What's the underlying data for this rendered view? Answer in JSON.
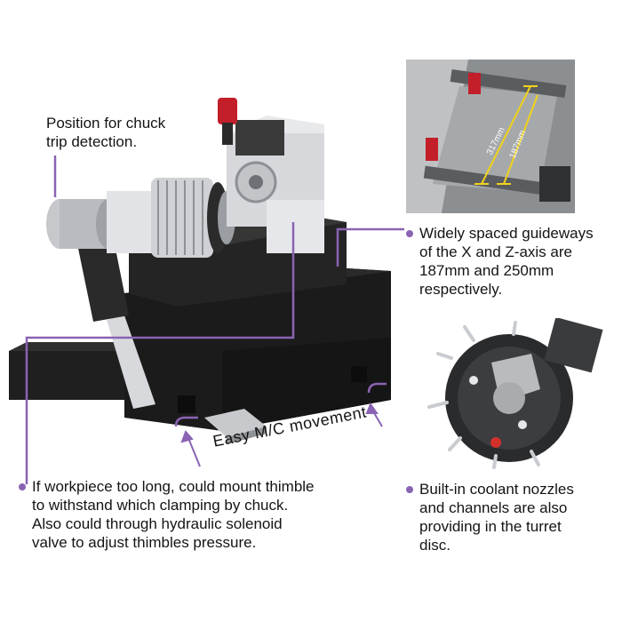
{
  "colors": {
    "accent": "#8a63b3",
    "machine_dark": "#1b1b1b",
    "machine_mid": "#2c2c2c",
    "steel": "#c9ccd0",
    "spindle_red": "#c21f2a"
  },
  "callouts": {
    "chuck_detection": {
      "line1": "Position for chuck",
      "line2": "trip detection."
    },
    "guideways": {
      "line1": "Widely spaced guideways",
      "line2": "of the X and Z-axis are",
      "line3": "187mm and 250mm",
      "line4": "respectively."
    },
    "movement": {
      "text": "Easy M/C movement"
    },
    "thimble": {
      "line1": "If workpiece too long, could mount thimble",
      "line2": "to withstand which clamping by chuck.",
      "line3": "Also could through hydraulic solenoid",
      "line4": "valve to adjust thimbles pressure."
    },
    "coolant": {
      "line1": "Built-in coolant nozzles",
      "line2": "and channels are also",
      "line3": "providing in the turret",
      "line4": "disc."
    }
  },
  "inset_guideway": {
    "dim_x": "317mm",
    "dim_z": "187mm"
  }
}
